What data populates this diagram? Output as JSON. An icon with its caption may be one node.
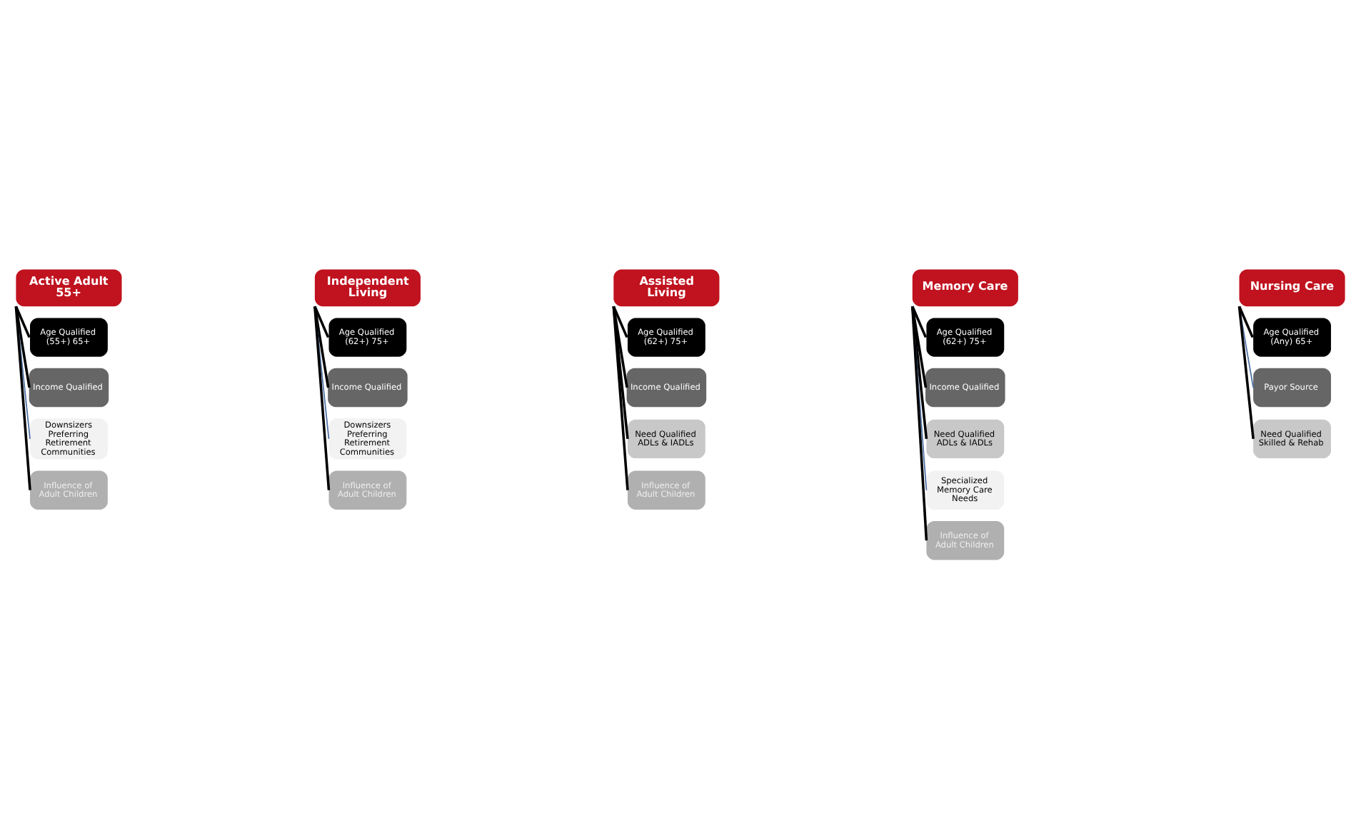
{
  "diagram": {
    "nodes": [
      {
        "text": [
          "Active Adult 55+"
        ]
      },
      {
        "text": [
          "Age Qualified",
          "(55+) 65+"
        ]
      },
      {
        "text": [
          "Income Qualified"
        ]
      },
      {
        "text": [
          "Downsizers Preferring Retirement Communities"
        ]
      },
      {
        "text": [
          "Influence of Adult Children"
        ]
      },
      {
        "text": [
          "Independent Living"
        ]
      },
      {
        "text": [
          "Age Qualified",
          "(62+) 75+"
        ]
      },
      {
        "text": [
          "Income Qualified"
        ]
      },
      {
        "text": [
          "Downsizers Preferring Retirement Communities"
        ]
      },
      {
        "text": [
          "Influence of Adult Children"
        ]
      },
      {
        "text": [
          "Assisted Living"
        ]
      },
      {
        "text": [
          "Age Qualified",
          "(62+) 75+"
        ]
      },
      {
        "text": [
          "Income Qualified"
        ]
      },
      {
        "text": [
          "Need Qualified ADLs & IADLs"
        ]
      },
      {
        "text": [
          "Influence of Adult Children"
        ]
      },
      {
        "text": [
          "Memory Care"
        ]
      },
      {
        "text": [
          "Age Qualified",
          "(62+) 75+"
        ]
      },
      {
        "text": [
          "Income Qualified"
        ]
      },
      {
        "text": [
          "Need Qualified ADLs & IADLs"
        ]
      },
      {
        "text": [
          "Specialized Memory Care Needs"
        ]
      },
      {
        "text": [
          "Influence of Adult Children"
        ]
      },
      {
        "text": [
          "Nursing Care"
        ]
      },
      {
        "text": [
          "Age Qualified",
          "(Any) 65+"
        ]
      },
      {
        "text": [
          "Payor Source"
        ]
      },
      {
        "text": [
          "Need Qualified Skilled & Rehab"
        ]
      }
    ],
    "edges": [
      {
        "from": 0,
        "to": 1,
        "arrow": "none"
      },
      {
        "from": 0,
        "to": 2,
        "arrow": "none"
      },
      {
        "from": 0,
        "to": 3,
        "arrow": "none",
        "color": "#4f72a6"
      },
      {
        "from": 0,
        "to": 4,
        "arrow": "none"
      },
      {
        "from": 5,
        "to": 6,
        "arrow": "none"
      },
      {
        "from": 5,
        "to": 7,
        "arrow": "none"
      },
      {
        "from": 5,
        "to": 8,
        "arrow": "none",
        "color": "#4f72a6"
      },
      {
        "from": 5,
        "to": 9,
        "arrow": "none"
      },
      {
        "from": 10,
        "to": 11,
        "arrow": "none"
      },
      {
        "from": 10,
        "to": 12,
        "arrow": "none"
      },
      {
        "from": 10,
        "to": 13,
        "arrow": "none"
      },
      {
        "from": 10,
        "to": 14,
        "arrow": "none"
      },
      {
        "from": 15,
        "to": 16,
        "arrow": "none"
      },
      {
        "from": 15,
        "to": 17,
        "arrow": "none"
      },
      {
        "from": 15,
        "to": 18,
        "arrow": "none"
      },
      {
        "from": 15,
        "to": 19,
        "arrow": "none",
        "color": "#4f72a6"
      },
      {
        "from": 15,
        "to": 20,
        "arrow": "none"
      },
      {
        "from": 21,
        "to": 22,
        "arrow": "none"
      },
      {
        "from": 21,
        "to": 23,
        "arrow": "none",
        "color": "#4f72a6"
      },
      {
        "from": 21,
        "to": 24,
        "arrow": "none"
      }
    ]
  }
}
